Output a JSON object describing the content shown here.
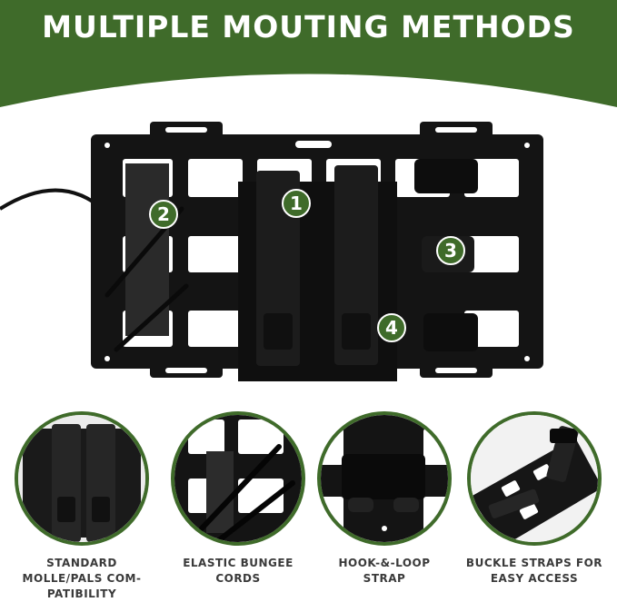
{
  "title": "MULTIPLE MOUTING METHODS",
  "colors": {
    "green": "#3f6b2a",
    "plate": "#141414",
    "pouch": "#1c1c1c",
    "caption": "#3a3a3a"
  },
  "markers": [
    "1",
    "2",
    "3",
    "4"
  ],
  "features": [
    {
      "caption_lines": [
        "STANDARD",
        "MOLLE/PALS COM-",
        "PATIBILITY"
      ]
    },
    {
      "caption_lines": [
        "ELASTIC BUNGEE",
        "CORDS"
      ]
    },
    {
      "caption_lines": [
        "HOOK-&-LOOP",
        "STRAP"
      ]
    },
    {
      "caption_lines": [
        "BUCKLE STRAPS FOR",
        "EASY ACCESS"
      ]
    }
  ]
}
